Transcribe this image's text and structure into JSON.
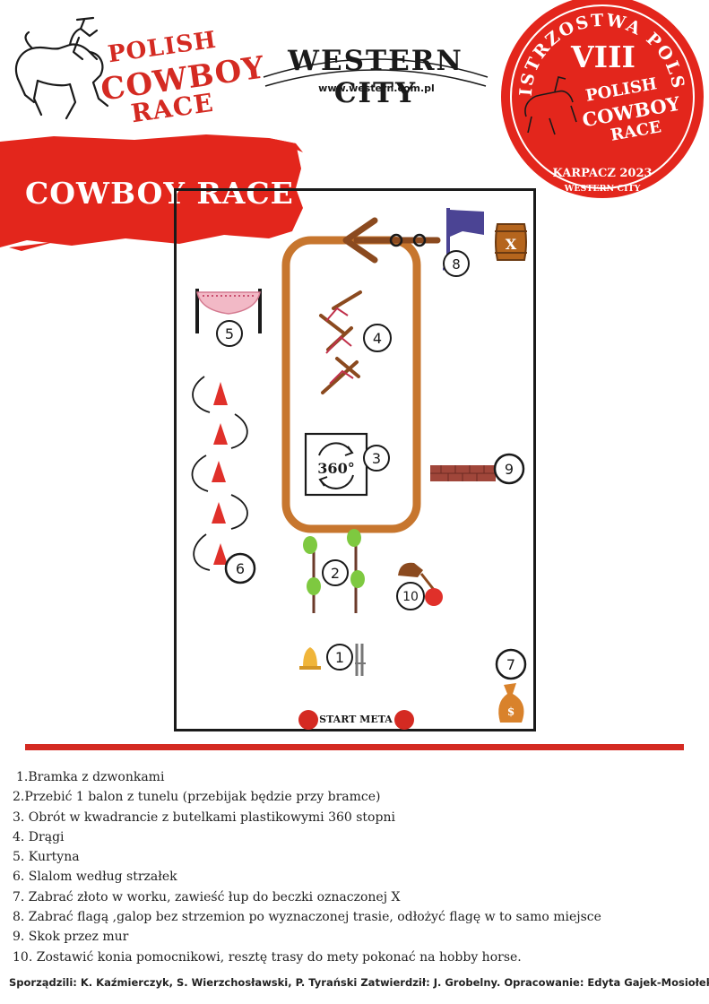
{
  "header": {
    "logo_left": {
      "line1": "POLISH",
      "line2": "COWBOY",
      "line3": "RACE"
    },
    "logo_center": {
      "name": "WESTERN CITY",
      "url": "www.western.com.pl"
    },
    "badge": {
      "arc_text": "MISTRZOSTWA POLSKI",
      "edition": "VIII",
      "line1": "POLISH",
      "line2": "COWBOY",
      "line3": "RACE",
      "place": "KARPACZ 2023",
      "org": "WESTERN CITY"
    }
  },
  "title_banner": "COWBOY RACE OPEN",
  "arena": {
    "start_meta": "START META",
    "spin_label": "360°",
    "stations": [
      "1",
      "2",
      "3",
      "4",
      "5",
      "6",
      "7",
      "8",
      "9",
      "10"
    ],
    "barrel_mark": "X"
  },
  "rules": [
    {
      "num": "1.",
      "text": "Bramka z dzwonkami"
    },
    {
      "num": "2.",
      "text": "Przebić 1 balon z tunelu (przebijak będzie przy bramce)"
    },
    {
      "num": "3.",
      "text": " Obrót w kwadrancie z butelkami plastikowymi 360 stopni"
    },
    {
      "num": "4.",
      "text": " Drągi"
    },
    {
      "num": "5.",
      "text": " Kurtyna"
    },
    {
      "num": "6.",
      "text": " Slalom według strzałek"
    },
    {
      "num": "7.",
      "text": " Zabrać złoto w worku, zawieść łup do beczki oznaczonej X"
    },
    {
      "num": "8.",
      "text": " Zabrać flagą ,galop bez strzemion po wyznaczonej trasie, odłożyć flagę w to samo miejsce"
    },
    {
      "num": "9.",
      "text": " Skok przez mur"
    },
    {
      "num": "10.",
      "text": " Zostawić konia pomocnikowi, resztę trasy do mety pokonać na hobby horse."
    }
  ],
  "credits": "Sporządzili: K. Kaźmierczyk, S. Wierzchosławski, P. Tyrański Zatwierdził: J. Grobelny. Opracowanie: Edyta Gajek-Mosiołek.",
  "colors": {
    "red": "#e3261c",
    "brown": "#c7762e",
    "dark": "#1a1a1a",
    "flag": "#4b4494",
    "cone": "#e0302a",
    "balloon": "#7ec940"
  }
}
